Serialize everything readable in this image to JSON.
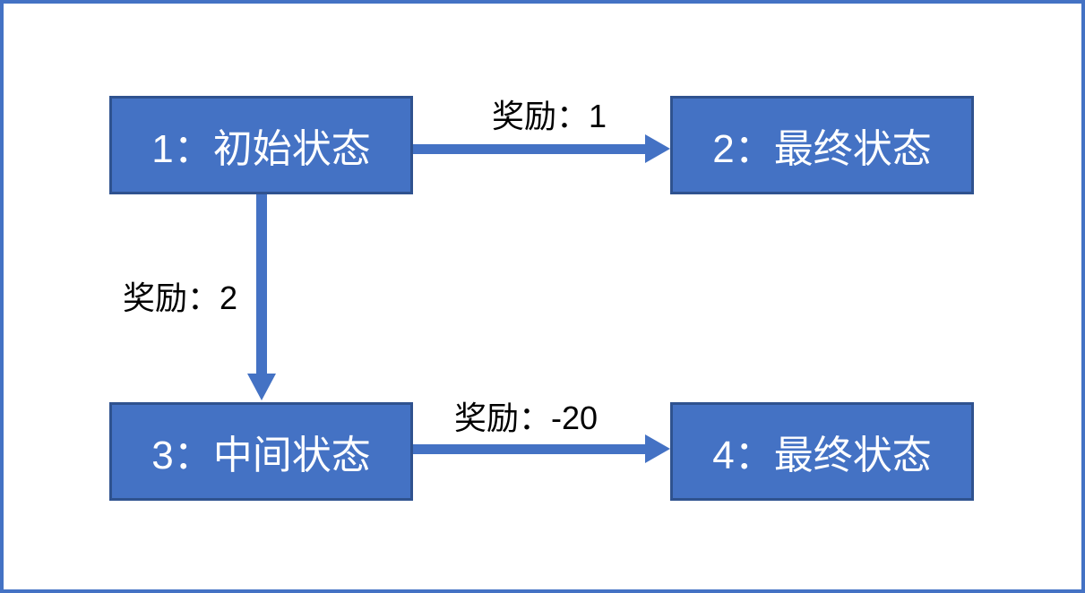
{
  "diagram": {
    "type": "state-transition-flowchart",
    "nodes": [
      {
        "id": "1",
        "label": "1：初始状态"
      },
      {
        "id": "2",
        "label": "2：最终状态"
      },
      {
        "id": "3",
        "label": "3：中间状态"
      },
      {
        "id": "4",
        "label": "4：最终状态"
      }
    ],
    "edges": [
      {
        "from": "1",
        "to": "2",
        "direction": "right",
        "label": "奖励：1"
      },
      {
        "from": "1",
        "to": "3",
        "direction": "down",
        "label": "奖励：2"
      },
      {
        "from": "3",
        "to": "4",
        "direction": "right",
        "label": "奖励：-20"
      }
    ],
    "colors": {
      "node_fill": "#4472C4",
      "node_border": "#2F528F",
      "node_text": "#FFFFFF",
      "arrow": "#4472C4",
      "edge_label_text": "#000000",
      "canvas_border": "#4472C4",
      "background": "#FFFFFF"
    }
  }
}
